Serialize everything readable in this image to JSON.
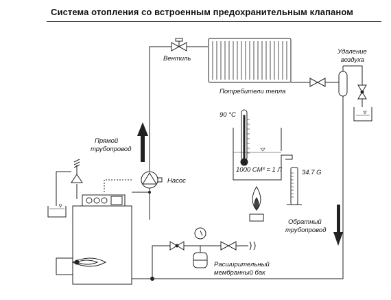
{
  "title": "Система отопления со встроенным предохранительным клапаном",
  "labels": {
    "valve": "Вентиль",
    "consumers": "Потребители тепла",
    "air_removal_1": "Удаление",
    "air_removal_2": "воздуха",
    "supply_1": "Прямой",
    "supply_2": "трубопровод",
    "pump": "Насос",
    "temperature": "90 °C",
    "volume": "1000 CM³ = 1 Л",
    "mass": "34.7 G",
    "return_1": "Обратный",
    "return_2": "трубопровод",
    "tank_1": "Расширительный",
    "tank_2": "мембранный бак"
  }
}
